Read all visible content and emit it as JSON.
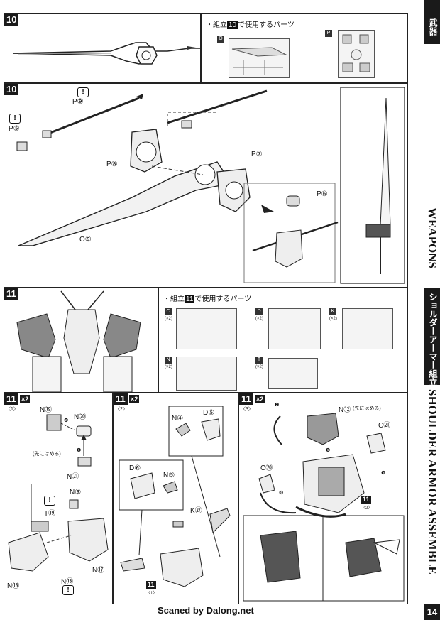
{
  "sidebar": {
    "weapons_jp": "武器",
    "weapons_en": "WEAPONS",
    "shoulder_jp": "ショルダーアーマー組立",
    "shoulder_en": "SHOULDER ARMOR ASSEMBLE"
  },
  "footer": {
    "credit": "Scaned by Dalong.net",
    "page_number": "14"
  },
  "step10_top": {
    "step": "10",
    "parts_note_prefix": "・組立",
    "parts_note_step": "10",
    "parts_note_suffix": "で使用するパーツ",
    "runners": [
      {
        "letter": "O"
      },
      {
        "letter": "P"
      }
    ]
  },
  "step10_main": {
    "step": "10",
    "labels": {
      "p9": "P⑨",
      "p5": "P⑤",
      "p8": "P⑧",
      "p7": "P⑦",
      "p6": "P⑥",
      "o9": "O⑨"
    },
    "warn": "!"
  },
  "step11_top": {
    "step": "11",
    "parts_note_prefix": "・組立",
    "parts_note_step": "11",
    "parts_note_suffix": "で使用するパーツ",
    "runners": [
      {
        "letter": "C",
        "qty": "(×2)"
      },
      {
        "letter": "D",
        "qty": "(×2)"
      },
      {
        "letter": "K",
        "qty": "(×2)"
      },
      {
        "letter": "N",
        "qty": "(×2)"
      },
      {
        "letter": "T",
        "qty": "(×2)"
      }
    ]
  },
  "step11_1": {
    "step": "11",
    "sub": "〈1〉",
    "mult": "×2",
    "labels": {
      "n19": "N⑲",
      "n20": "N⑳",
      "n21": "N㉑",
      "n9": "N⑨",
      "t19": "T⑲",
      "n18": "N⑱",
      "n17": "N⑰",
      "n13": "N⑬"
    },
    "note_insert_first": "(先にはめる)",
    "arrow_1": "❶",
    "arrow_2": "❷",
    "warn": "!"
  },
  "step11_2": {
    "step": "11",
    "sub": "〈2〉",
    "mult": "×2",
    "labels": {
      "n4": "N④",
      "d5": "D⑤",
      "d6": "D⑥",
      "n5": "N⑤",
      "k27": "K㉗"
    },
    "ref_step": "11",
    "ref_sub": "〈1〉"
  },
  "step11_3": {
    "step": "11",
    "sub": "〈3〉",
    "mult": "×2",
    "labels": {
      "n12": "N⑫",
      "n12_note": "(先にはめる)",
      "c21": "C㉑",
      "c20": "C⑳"
    },
    "ref_step": "11",
    "ref_sub": "〈2〉",
    "nums": [
      "❶",
      "❷",
      "❸",
      "❹"
    ]
  }
}
